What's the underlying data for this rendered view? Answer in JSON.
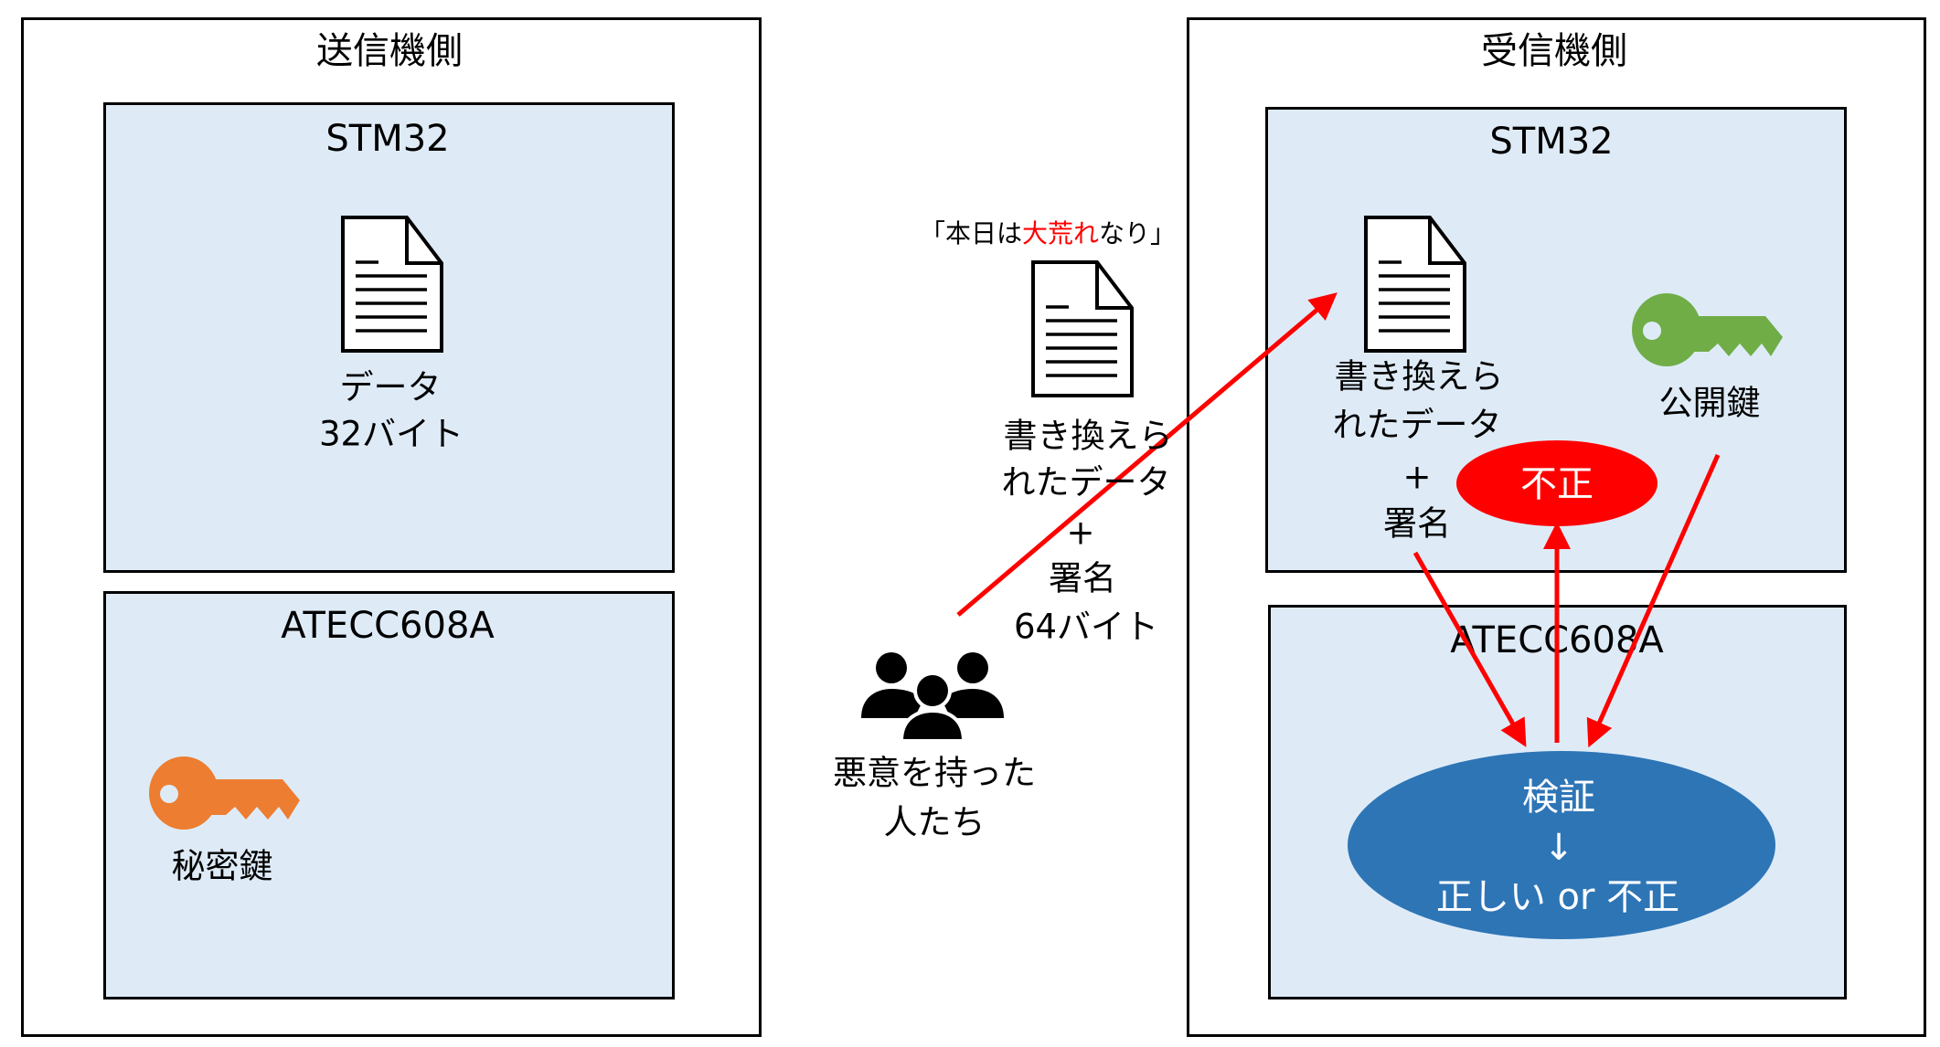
{
  "colors": {
    "chip_fill": "#deebf7",
    "border": "#000000",
    "arrow": "#ff0000",
    "verify_ellipse": "#2e75b6",
    "invalid_ellipse": "#ff0000",
    "private_key": "#ed7d31",
    "public_key": "#70ad47"
  },
  "sender": {
    "title": "送信機側",
    "stm32": {
      "title": "STM32",
      "data_icon": "document-icon",
      "data_label_line1": "データ",
      "data_label_line2": "32バイト"
    },
    "atecc": {
      "title": "ATECC608A",
      "key_icon": "private-key-icon",
      "key_label": "秘密鍵"
    }
  },
  "attacker": {
    "quote_open": "「本日は",
    "quote_highlight": "大荒れ",
    "quote_close": "なり」",
    "data_icon": "document-icon",
    "payload_line1": "書き換えら",
    "payload_line2": "れたデータ",
    "payload_plus": "+",
    "payload_line3": "署名",
    "payload_line4": "64バイト",
    "people_icon": "group-of-people-icon",
    "label_line1": "悪意を持った",
    "label_line2": "人たち"
  },
  "receiver": {
    "title": "受信機側",
    "stm32": {
      "title": "STM32",
      "data_icon": "document-icon",
      "data_label_line1": "書き換えら",
      "data_label_line2": "れたデータ",
      "data_label_plus": "+",
      "data_label_line3": "署名",
      "key_icon": "public-key-icon",
      "key_label": "公開鍵",
      "result_badge": "不正"
    },
    "atecc": {
      "title": "ATECC608A",
      "verify_line1": "検証",
      "verify_arrow": "↓",
      "verify_line2": "正しい or 不正"
    }
  }
}
